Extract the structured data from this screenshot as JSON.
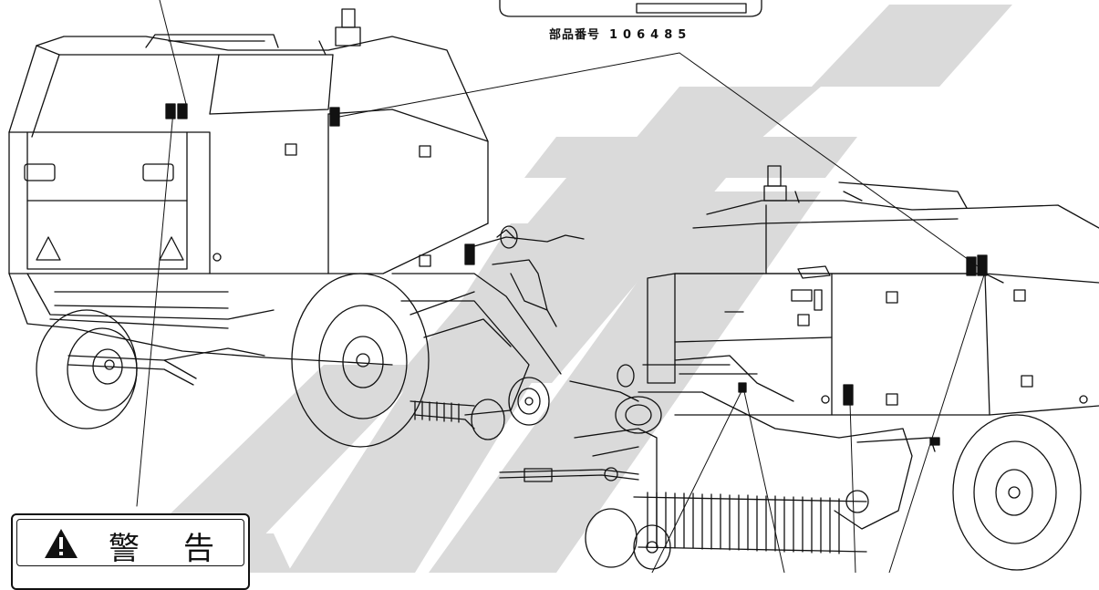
{
  "part_number_label": {
    "prefix": "部品番号",
    "number": "106485"
  },
  "warning_label": {
    "text": "警告",
    "icon": "warning-triangle-icon"
  },
  "colors": {
    "line": "#111111",
    "watermark": "#d9d9d9"
  }
}
